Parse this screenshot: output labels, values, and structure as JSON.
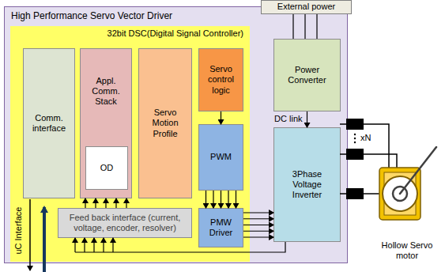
{
  "diagram": {
    "nodes": [
      {
        "text": [
          "High Performance Servo Vector Driver"
        ]
      },
      {
        "text": [
          "External power"
        ]
      },
      {
        "text": [
          "32bit DSC(Digital Signal Controller)"
        ],
        "in": 0
      },
      {
        "text": [
          "Comm. interface"
        ],
        "in": 2
      },
      {
        "text": [
          "Appl. Comm. Stack"
        ],
        "in": 2
      },
      {
        "text": [
          "OD"
        ],
        "in": 4
      },
      {
        "text": [
          "Servo Motion Profile"
        ],
        "in": 2
      },
      {
        "text": [
          "Servo control logic"
        ],
        "in": 2
      },
      {
        "text": [
          "PWM"
        ],
        "in": 2
      },
      {
        "text": [
          "Feed back interface (current, voltage, encoder, resolver)"
        ],
        "in": 2
      },
      {
        "text": [
          "PMW Driver"
        ],
        "in": 2
      },
      {
        "text": [
          "Power Converter"
        ],
        "in": 0
      },
      {
        "text": [
          "3Phase Voltage Inverter"
        ],
        "in": 0
      }
    ],
    "edges": [
      {
        "from": 7,
        "to": 8,
        "arrow": "to"
      },
      {
        "from": 8,
        "to": 10,
        "arrow": "to"
      },
      {
        "from": 10,
        "to": 12,
        "arrow": "to"
      },
      {
        "from": 11,
        "to": 12,
        "label": "DC link",
        "arrow": "to"
      },
      {
        "from": 1,
        "to": 11,
        "arrow": "none"
      },
      {
        "from": 9,
        "to": 4,
        "arrow": "to"
      },
      {
        "from": 12,
        "to": 9,
        "arrow": "to"
      }
    ],
    "labels": [
      "xN",
      "uC Interface",
      "Hollow Servo motor"
    ]
  }
}
